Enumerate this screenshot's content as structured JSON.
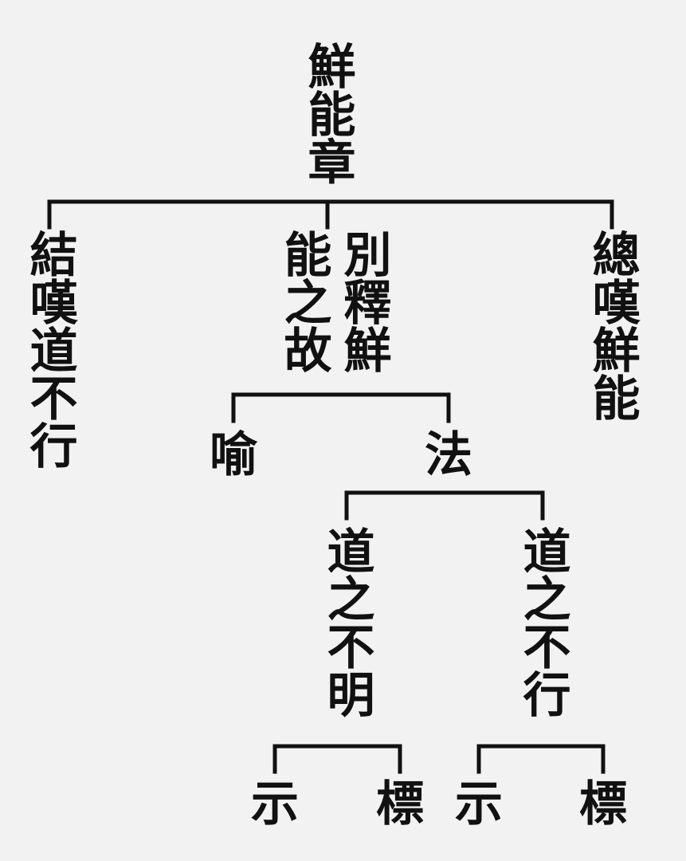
{
  "tree": {
    "root": "鮮能章",
    "level1": {
      "left": "結嘆道不行",
      "middle_right_col": "別釋鮮",
      "middle_left_col": "能之故",
      "right": "總嘆鮮能"
    },
    "level2": {
      "left": "喻",
      "right": "法"
    },
    "level3": {
      "left": "道之不明",
      "right": "道之不行"
    },
    "level4": {
      "left_left": "示",
      "left_right": "標",
      "right_left": "示",
      "right_right": "標"
    }
  }
}
